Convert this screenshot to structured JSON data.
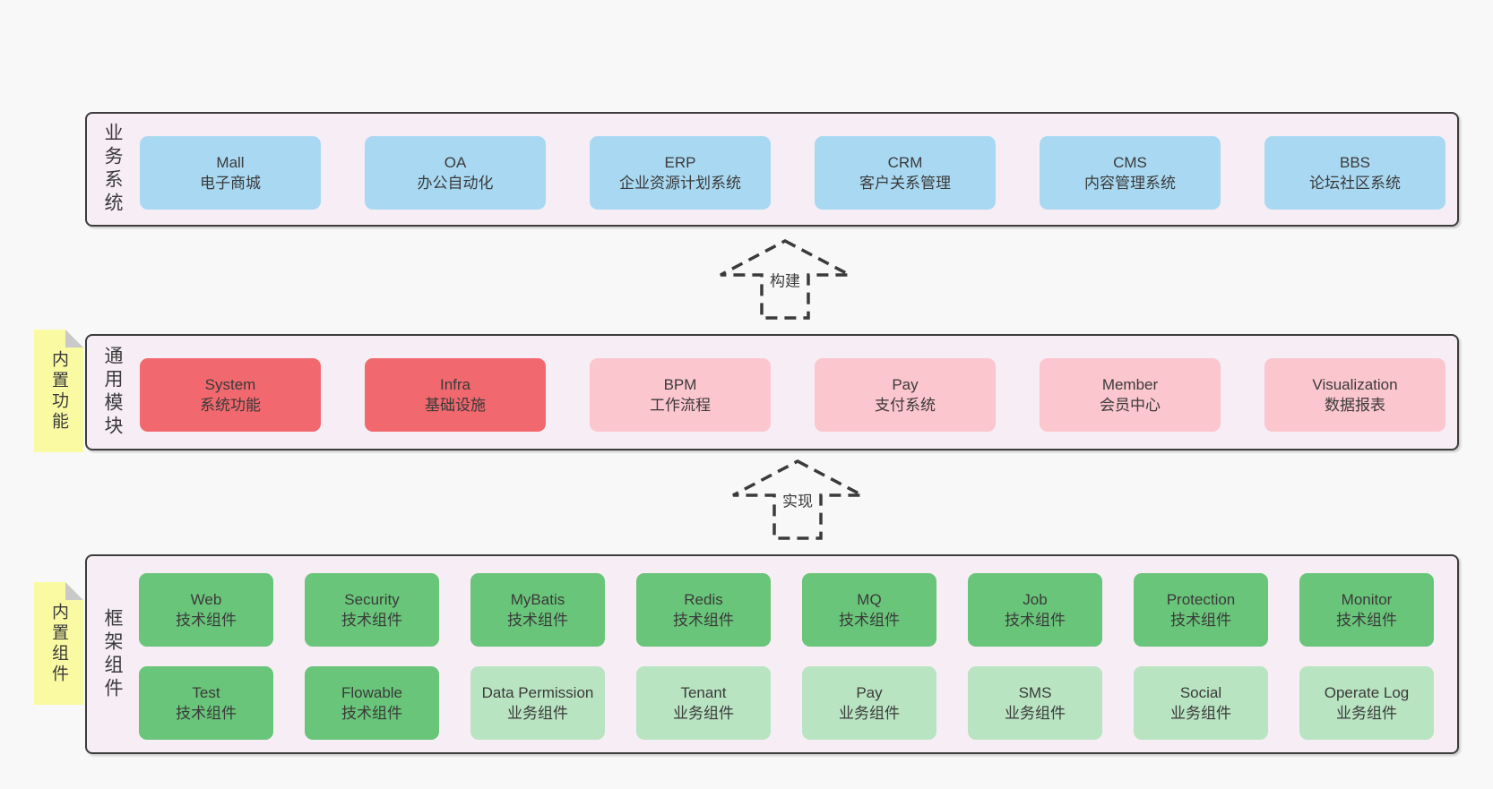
{
  "colors": {
    "page_bg": "#f8f8f8",
    "band_bg": "#f7edf5",
    "band_border": "#3d3d3d",
    "box_blue": "#a9d9f2",
    "box_red": "#f1686e",
    "box_pink": "#fbc6ce",
    "box_green_dark": "#69c57a",
    "box_green_light": "#b9e4c2",
    "sticky_yellow": "#fafaa3",
    "sticky_fold_gray": "#c9c9c9",
    "text": "#3a3a3a"
  },
  "arrows": {
    "build": "构建",
    "implement": "实现"
  },
  "bands": {
    "business": {
      "label": "业务系统",
      "boxes": [
        {
          "en": "Mall",
          "zh": "电子商城"
        },
        {
          "en": "OA",
          "zh": "办公自动化"
        },
        {
          "en": "ERP",
          "zh": "企业资源计划系统"
        },
        {
          "en": "CRM",
          "zh": "客户关系管理"
        },
        {
          "en": "CMS",
          "zh": "内容管理系统"
        },
        {
          "en": "BBS",
          "zh": "论坛社区系统"
        }
      ]
    },
    "modules": {
      "label": "通用模块",
      "sticky": "内置功能",
      "boxes": [
        {
          "en": "System",
          "zh": "系统功能"
        },
        {
          "en": "Infra",
          "zh": "基础设施"
        },
        {
          "en": "BPM",
          "zh": "工作流程"
        },
        {
          "en": "Pay",
          "zh": "支付系统"
        },
        {
          "en": "Member",
          "zh": "会员中心"
        },
        {
          "en": "Visualization",
          "zh": "数据报表"
        }
      ]
    },
    "components": {
      "label": "框架组件",
      "sticky": "内置组件",
      "row1": [
        {
          "en": "Web",
          "zh": "技术组件"
        },
        {
          "en": "Security",
          "zh": "技术组件"
        },
        {
          "en": "MyBatis",
          "zh": "技术组件"
        },
        {
          "en": "Redis",
          "zh": "技术组件"
        },
        {
          "en": "MQ",
          "zh": "技术组件"
        },
        {
          "en": "Job",
          "zh": "技术组件"
        },
        {
          "en": "Protection",
          "zh": "技术组件"
        },
        {
          "en": "Monitor",
          "zh": "技术组件"
        }
      ],
      "row2": [
        {
          "en": "Test",
          "zh": "技术组件"
        },
        {
          "en": "Flowable",
          "zh": "技术组件"
        },
        {
          "en": "Data Permission",
          "zh": "业务组件"
        },
        {
          "en": "Tenant",
          "zh": "业务组件"
        },
        {
          "en": "Pay",
          "zh": "业务组件"
        },
        {
          "en": "SMS",
          "zh": "业务组件"
        },
        {
          "en": "Social",
          "zh": "业务组件"
        },
        {
          "en": "Operate Log",
          "zh": "业务组件"
        }
      ]
    }
  }
}
